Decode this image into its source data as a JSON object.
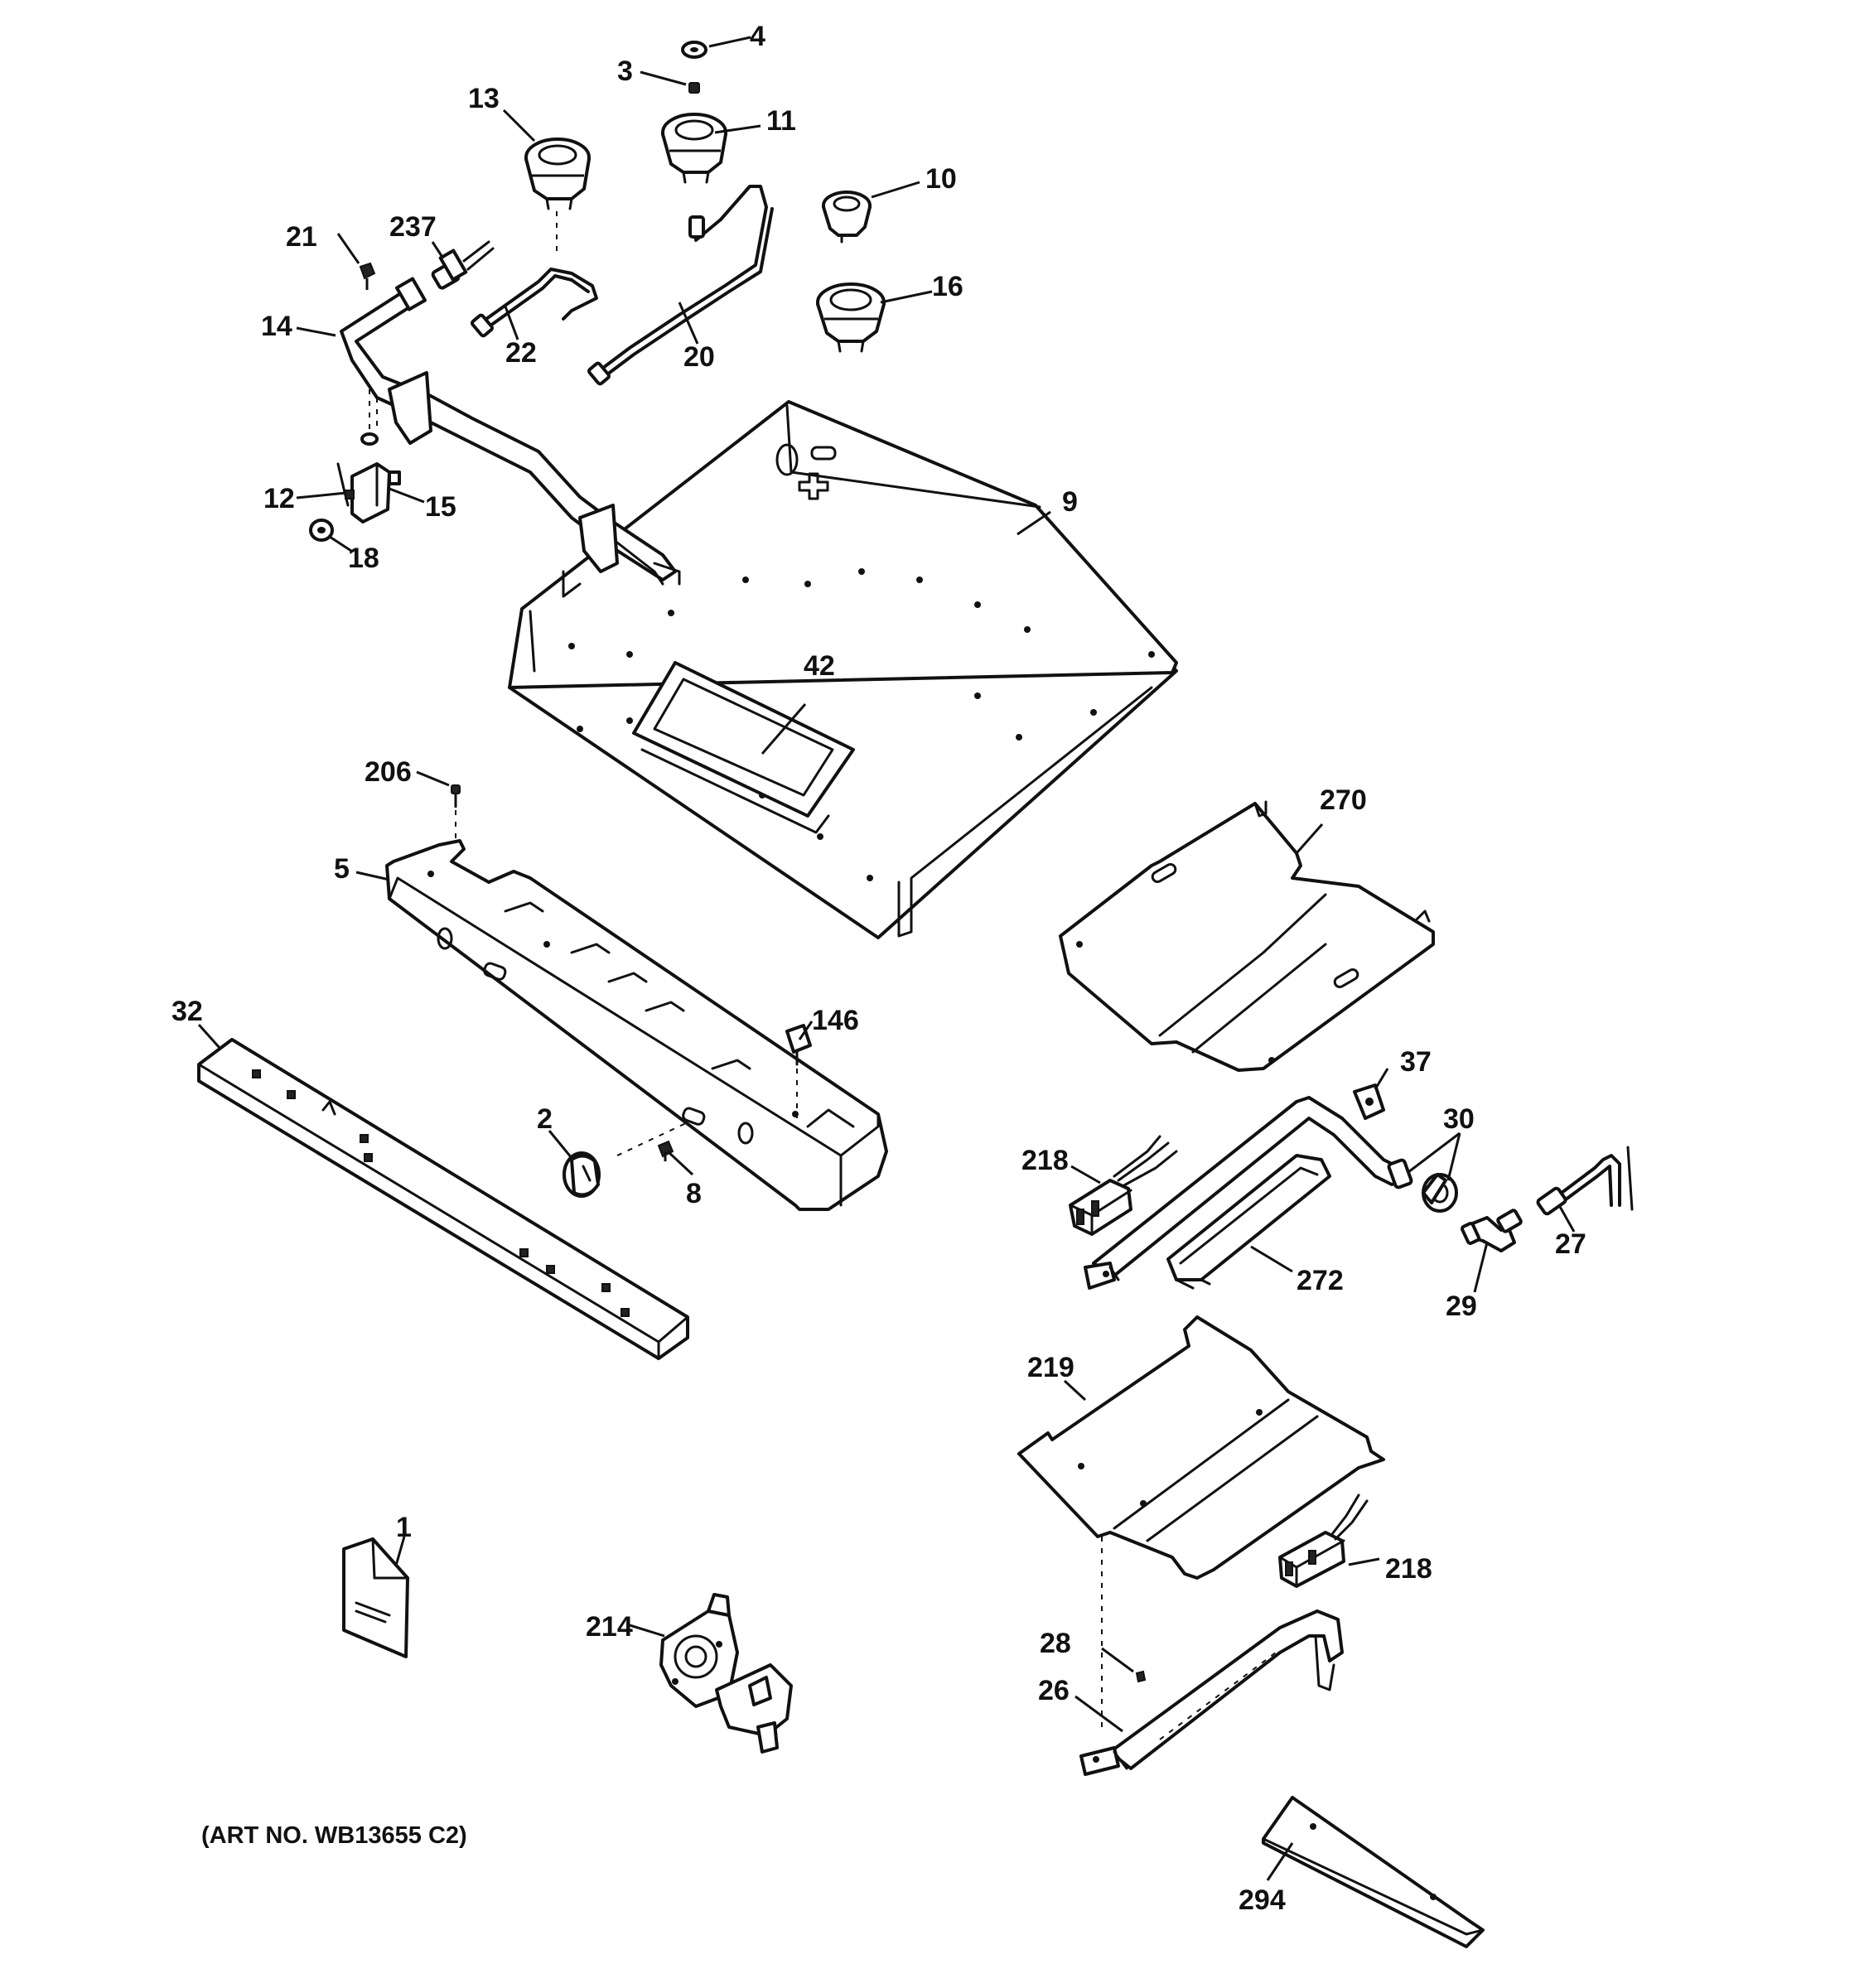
{
  "caption": "(ART NO. WB13655 C2)",
  "callouts": {
    "p1": "1",
    "p2": "2",
    "p3": "3",
    "p4": "4",
    "p5": "5",
    "p8": "8",
    "p9": "9",
    "p10": "10",
    "p11": "11",
    "p12": "12",
    "p13": "13",
    "p14": "14",
    "p15": "15",
    "p16": "16",
    "p18": "18",
    "p20": "20",
    "p21": "21",
    "p22": "22",
    "p26": "26",
    "p27": "27",
    "p28": "28",
    "p29": "29",
    "p30": "30",
    "p32": "32",
    "p37": "37",
    "p42": "42",
    "p146": "146",
    "p206": "206",
    "p214": "214",
    "p218a": "218",
    "p218b": "218",
    "p219": "219",
    "p237": "237",
    "p270": "270",
    "p272": "272",
    "p294": "294"
  },
  "colors": {
    "line": "#111111",
    "background": "#ffffff"
  }
}
